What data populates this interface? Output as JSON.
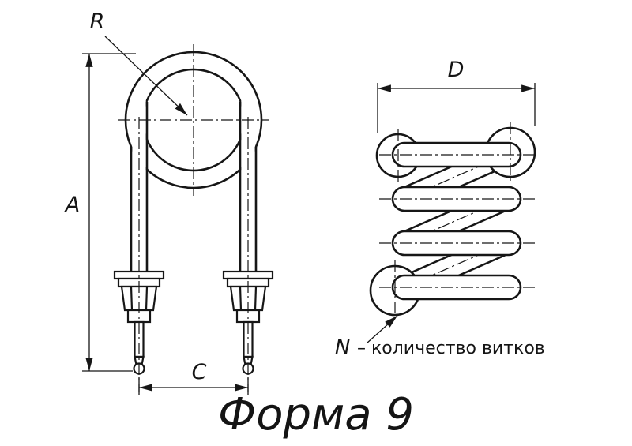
{
  "drawing": {
    "caption": "Форма 9",
    "u_view": {
      "radius_label": "R",
      "length_label": "A",
      "pins_distance_label": "C"
    },
    "coil_view": {
      "diameter_label": "D",
      "turns_symbol": "N",
      "turns_caption": "– количество витков"
    }
  },
  "colors": {
    "ink": "#161616",
    "background": "#ffffff"
  }
}
